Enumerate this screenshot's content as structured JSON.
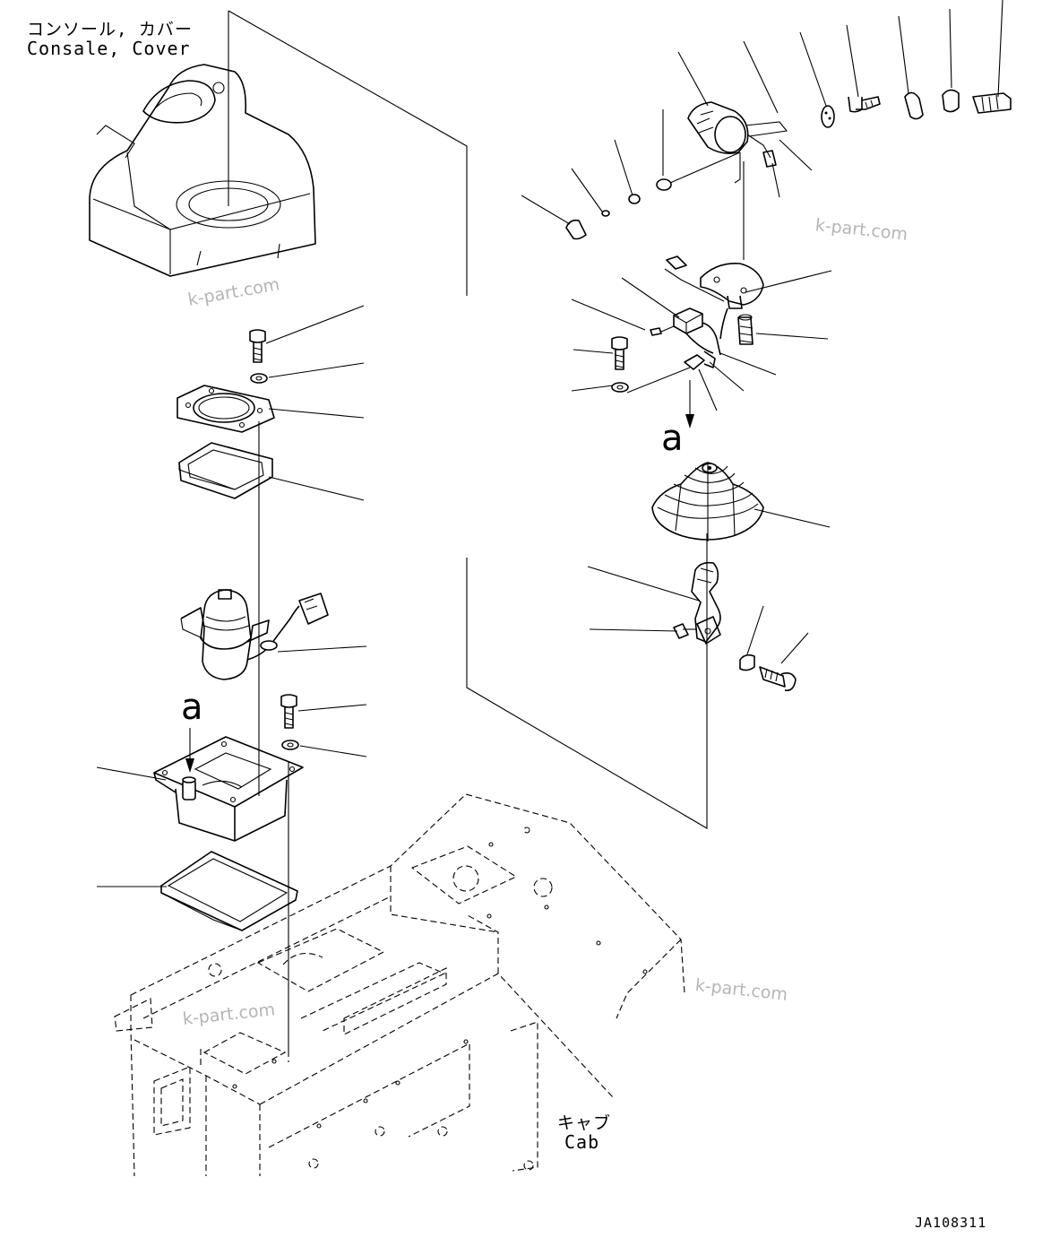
{
  "labels": {
    "console_jp": "コンソール, カバー",
    "console_en": "Consale, Cover",
    "cab_jp": "キャブ",
    "cab_en": "Cab",
    "ref_a_left": "a",
    "ref_a_right": "a"
  },
  "watermarks": [
    "k-part.com",
    "k-part.com",
    "k-part.com",
    "k-part.com"
  ],
  "drawing_code": "JA108311"
}
